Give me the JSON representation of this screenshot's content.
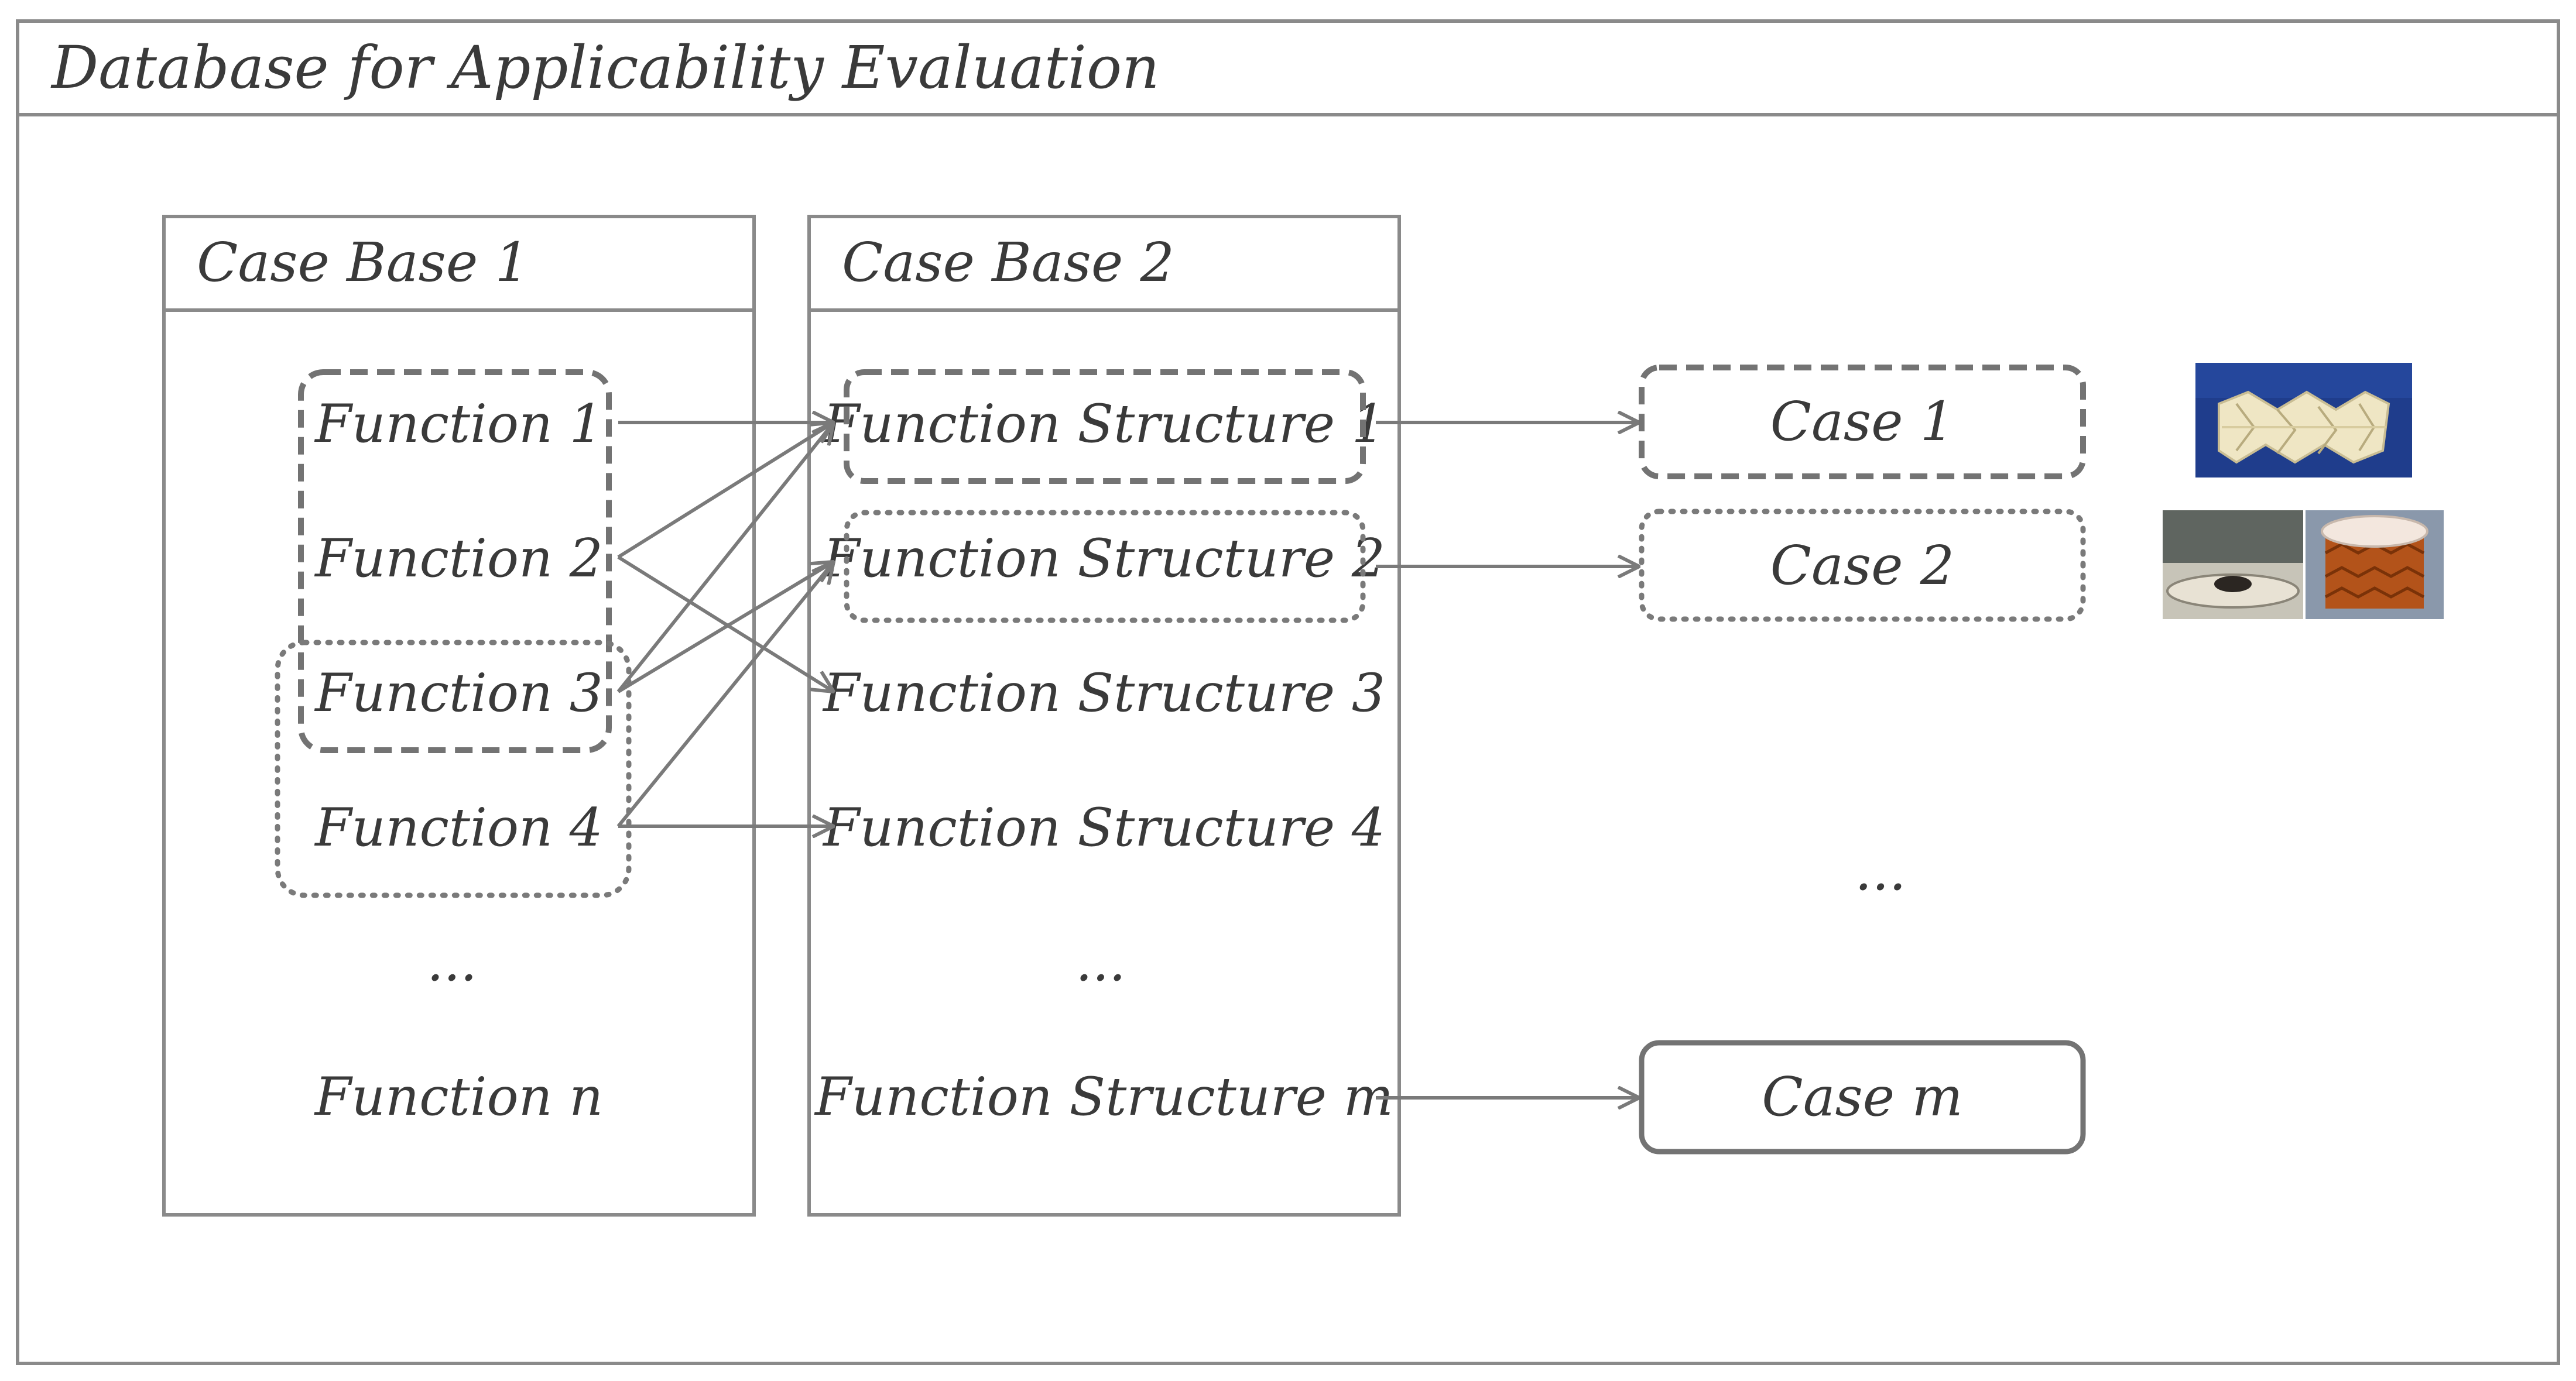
{
  "title": "Database for Applicability Evaluation",
  "case_base_1": {
    "title": "Case Base 1",
    "items": [
      "Function 1",
      "Function 2",
      "Function 3",
      "Function 4",
      "...",
      "Function n"
    ]
  },
  "case_base_2": {
    "title": "Case Base 2",
    "items": [
      "Function Structure 1",
      "Function Structure 2",
      "Function Structure 3",
      "Function Structure 4",
      "...",
      "Function Structure m"
    ]
  },
  "cases": {
    "case_1": "Case 1",
    "case_2": "Case 2",
    "ellipsis": "...",
    "case_m": "Case m"
  },
  "colors": {
    "frame": "#8a8a8a",
    "line": "#7a7a7a",
    "text": "#3a3a3a"
  }
}
